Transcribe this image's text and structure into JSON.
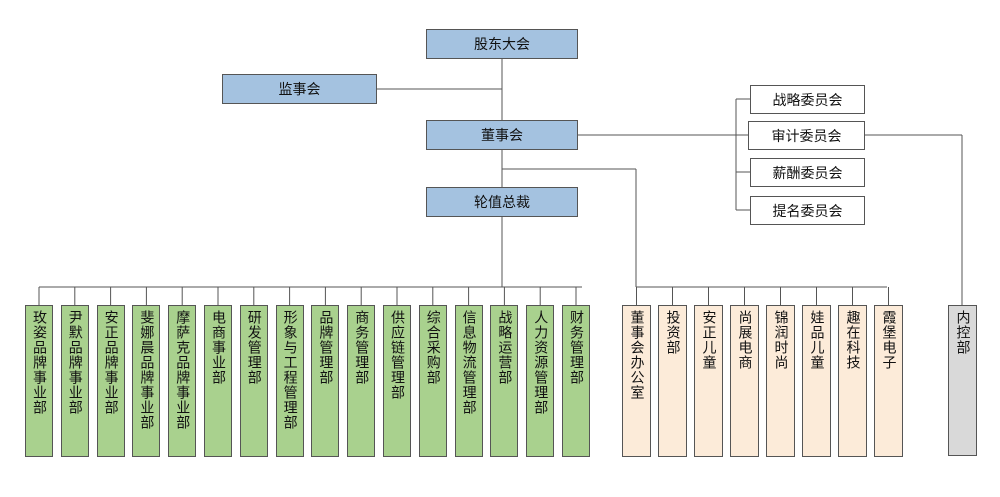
{
  "top": {
    "shareholders": "股东大会",
    "supervisory": "监事会",
    "board": "董事会",
    "ceo": "轮值总裁"
  },
  "committees": [
    "战略委员会",
    "审计委员会",
    "薪酬委员会",
    "提名委员会"
  ],
  "departments": [
    "玫姿品牌事业部",
    "尹默品牌事业部",
    "安正品牌事业部",
    "斐娜晨品牌事业部",
    "摩萨克品牌事业部",
    "电商事业部",
    "研发管理部",
    "形象与工程管理部",
    "品牌管理部",
    "商务管理部",
    "供应链管理部",
    "综合采购部",
    "信息物流管理部",
    "战略运营部",
    "人力资源管理部",
    "财务管理部"
  ],
  "board_units": [
    "董事会办公室",
    "投资部",
    "安正儿童",
    "尚展电商",
    "锦润时尚",
    "娃品儿童",
    "趣在科技",
    "霞堡电子"
  ],
  "internal_control": "内控部",
  "colors": {
    "top_boxes": "#a4c2e0",
    "departments": "#a9d18e",
    "board_units": "#fcebd9",
    "internal_control": "#d9d9d9",
    "lines": "#555555"
  }
}
